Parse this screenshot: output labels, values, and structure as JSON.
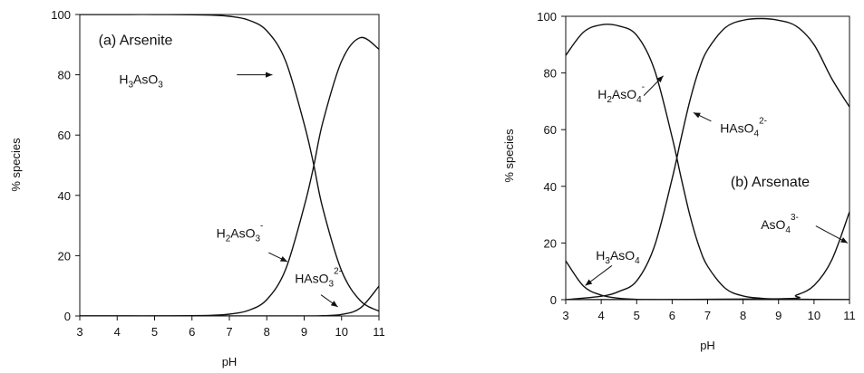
{
  "chart_data": [
    {
      "type": "line",
      "panel_label": "(a) Arsenite",
      "xlabel": "pH",
      "ylabel": "% species",
      "xlim": [
        3,
        11
      ],
      "ylim": [
        0,
        100
      ],
      "xticks": [
        "3",
        "4",
        "5",
        "6",
        "7",
        "8",
        "9",
        "10",
        "11"
      ],
      "yticks": [
        "0",
        "20",
        "40",
        "60",
        "80",
        "100"
      ],
      "grid": false,
      "series": [
        {
          "name_parts": [
            [
              "H",
              "normal"
            ],
            [
              "3",
              "sub"
            ],
            [
              "AsO",
              "normal"
            ],
            [
              "3",
              "sub"
            ]
          ],
          "x": [
            3,
            4,
            5,
            6,
            6.5,
            7,
            7.5,
            8,
            8.5,
            9,
            9.25,
            9.5,
            10,
            10.5,
            11
          ],
          "y": [
            100,
            100,
            100,
            99.9,
            99.8,
            99.4,
            98.2,
            94.6,
            84.7,
            63.7,
            50.5,
            35.6,
            15.0,
            5.1,
            1.6
          ]
        },
        {
          "name_parts": [
            [
              "H",
              "normal"
            ],
            [
              "2",
              "sub"
            ],
            [
              "AsO",
              "normal"
            ],
            [
              "3",
              "sub"
            ],
            [
              "-",
              "sup"
            ]
          ],
          "x": [
            3,
            4,
            5,
            6,
            6.5,
            7,
            7.5,
            8,
            8.5,
            9,
            9.25,
            9.5,
            10,
            10.5,
            11
          ],
          "y": [
            0,
            0,
            0,
            0.1,
            0.2,
            0.6,
            1.8,
            5.4,
            15.3,
            36.3,
            49.4,
            64.3,
            84.5,
            92.3,
            88.5
          ]
        },
        {
          "name_parts": [
            [
              "HAsO",
              "normal"
            ],
            [
              "3",
              "sub"
            ],
            [
              "2-",
              "sup"
            ]
          ],
          "x": [
            3,
            6,
            8,
            9,
            9.5,
            10,
            10.5,
            11
          ],
          "y": [
            0,
            0,
            0,
            0,
            0.1,
            0.5,
            2.6,
            9.9
          ]
        }
      ]
    },
    {
      "type": "line",
      "panel_label": "(b) Arsenate",
      "xlabel": "pH",
      "ylabel": "% species",
      "xlim": [
        3,
        11
      ],
      "ylim": [
        0,
        100
      ],
      "xticks": [
        "3",
        "4",
        "5",
        "6",
        "7",
        "8",
        "9",
        "10",
        "11"
      ],
      "yticks": [
        "0",
        "20",
        "40",
        "60",
        "80",
        "100"
      ],
      "grid": false,
      "series": [
        {
          "name_parts": [
            [
              "H",
              "normal"
            ],
            [
              "3",
              "sub"
            ],
            [
              "AsO",
              "normal"
            ],
            [
              "4",
              "sub"
            ]
          ],
          "x": [
            3,
            3.5,
            4,
            4.5,
            5,
            5.5,
            6,
            7,
            8,
            9,
            10,
            11
          ],
          "y": [
            13.7,
            4.8,
            1.6,
            0.5,
            0.1,
            0,
            0,
            0,
            0,
            0,
            0,
            0
          ]
        },
        {
          "name_parts": [
            [
              "H",
              "normal"
            ],
            [
              "2",
              "sub"
            ],
            [
              "AsO",
              "normal"
            ],
            [
              "4",
              "sub"
            ],
            [
              "-",
              "sup"
            ]
          ],
          "x": [
            3,
            3.5,
            4,
            4.5,
            5,
            5.5,
            6,
            6.25,
            6.5,
            6.75,
            7,
            7.5,
            8,
            8.5,
            9,
            10,
            11
          ],
          "y": [
            86.2,
            94.4,
            97.0,
            96.6,
            93.3,
            81.2,
            57.3,
            43.2,
            29.8,
            19.1,
            11.8,
            4.0,
            1.3,
            0.5,
            0.2,
            0.1,
            0
          ]
        },
        {
          "name_parts": [
            [
              "HAsO",
              "normal"
            ],
            [
              "4",
              "sub"
            ],
            [
              "2-",
              "sup"
            ]
          ],
          "x": [
            3,
            4,
            4.5,
            5,
            5.5,
            6,
            6.25,
            6.5,
            6.75,
            7,
            7.5,
            8,
            8.5,
            9,
            9.5,
            10,
            10.5,
            11
          ],
          "y": [
            0,
            1.2,
            2.9,
            6.6,
            18.8,
            42.7,
            56.8,
            70.2,
            80.9,
            88.2,
            96.0,
            98.6,
            99.2,
            98.6,
            96.5,
            90.0,
            78.0,
            68.0
          ]
        },
        {
          "name_parts": [
            [
              "AsO",
              "normal"
            ],
            [
              "4",
              "sub"
            ],
            [
              "3-",
              "sup"
            ]
          ],
          "x": [
            3,
            9,
            9.5,
            10,
            10.5,
            11
          ],
          "y": [
            0,
            0.3,
            1.6,
            5.0,
            14.0,
            31.0
          ]
        }
      ]
    }
  ]
}
